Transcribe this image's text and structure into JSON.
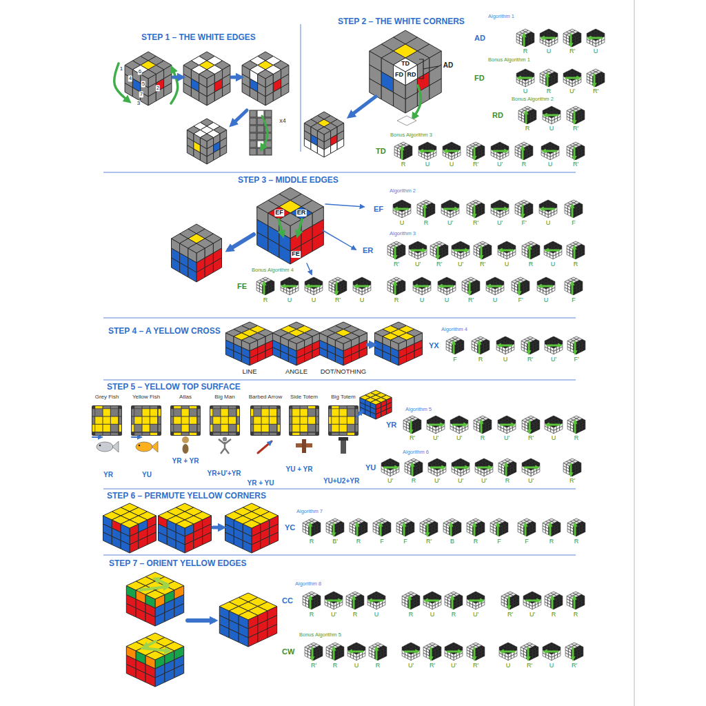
{
  "diagram": {
    "nodes": [
      {
        "text": [
          "STEP 1 – THE WHITE EDGES"
        ]
      },
      {
        "text": [
          "STEP 2 – THE WHITE CORNERS"
        ]
      },
      {
        "text": [
          "STEP 3 – MIDDLE EDGES"
        ]
      },
      {
        "text": [
          "STEP 4 – A YELLOW CROSS"
        ]
      },
      {
        "text": [
          "STEP 5 – YELLOW TOP SURFACE"
        ]
      },
      {
        "text": [
          "STEP 6 – PERMUTE YELLOW CORNERS"
        ]
      },
      {
        "text": [
          "STEP 7 – ORIENT YELLOW EDGES"
        ]
      },
      {
        "text": [
          "Algorithm 1",
          "AD",
          "R",
          "U",
          "R'",
          "U"
        ],
        "in": 1
      },
      {
        "text": [
          "Bonus Algorithm 1",
          "FD",
          "U",
          "R",
          "U'",
          "R'"
        ],
        "in": 1
      },
      {
        "text": [
          "Bonus Algorithm 2",
          "RD",
          "R",
          "U",
          "R'"
        ],
        "in": 1
      },
      {
        "text": [
          "Bonus Algorithm 3",
          "TD",
          "R",
          "U",
          "U",
          "R'",
          "U'",
          "R",
          "U",
          "R'"
        ],
        "in": 1
      },
      {
        "text": [
          "Algorithm 2",
          "EF",
          "U",
          "R",
          "U'",
          "R'",
          "U'",
          "F'",
          "U",
          "F"
        ],
        "in": 2
      },
      {
        "text": [
          "Algorithm 3",
          "ER",
          "R'",
          "U'",
          "R'",
          "U'",
          "R'",
          "U",
          "R",
          "U",
          "R"
        ],
        "in": 2
      },
      {
        "text": [
          "Bonus Algorithm 4",
          "FE",
          "R",
          "U",
          "U",
          "R'",
          "U",
          "R",
          "U",
          "U",
          "R'",
          "U",
          "F'",
          "U",
          "F"
        ],
        "in": 2
      },
      {
        "text": [
          "Algorithm 4",
          "YX",
          "F",
          "R",
          "U",
          "R'",
          "U'",
          "F'"
        ],
        "in": 3
      },
      {
        "text": [
          "Algorithm 5",
          "YR",
          "R'",
          "U'",
          "U'",
          "R",
          "U'",
          "R'",
          "U",
          "R"
        ],
        "in": 4
      },
      {
        "text": [
          "Algorithm 6",
          "YU",
          "U'",
          "R",
          "U'",
          "U'",
          "U'",
          "R",
          "U'",
          "R'"
        ],
        "in": 4
      },
      {
        "text": [
          "Algorithm 7",
          "YC",
          "R",
          "B'",
          "R",
          "F",
          "F",
          "R'",
          "B",
          "R",
          "F",
          "F",
          "R",
          "R"
        ],
        "in": 5
      },
      {
        "text": [
          "Algorithm 8",
          "CC",
          "R",
          "U'",
          "R",
          "U",
          "R",
          "U",
          "R",
          "U'",
          "R'",
          "U'",
          "R",
          "R"
        ],
        "in": 6
      },
      {
        "text": [
          "Bonus Algorithm 5",
          "CW",
          "R'",
          "R",
          "U",
          "R",
          "U'",
          "R'",
          "U'",
          "R'",
          "U",
          "R'",
          "U",
          "R'"
        ],
        "in": 6
      }
    ],
    "labels": [
      "1",
      "6",
      "4",
      "5",
      "2",
      "7",
      "3",
      "x4",
      "TD",
      "FD",
      "RD",
      "AD",
      "EF",
      "ER",
      "FE",
      "LINE",
      "ANGLE",
      "DOT/NOTHING",
      "Grey Fish",
      "Yellow Fish",
      "Atlas",
      "Big Man",
      "Barbed Arrow",
      "Side Totem",
      "Big Totem",
      "YR",
      "YU",
      "YR + YR",
      "YR+U'+YR",
      "YR + YU",
      "YU + YR",
      "YU+U2+YR"
    ]
  }
}
